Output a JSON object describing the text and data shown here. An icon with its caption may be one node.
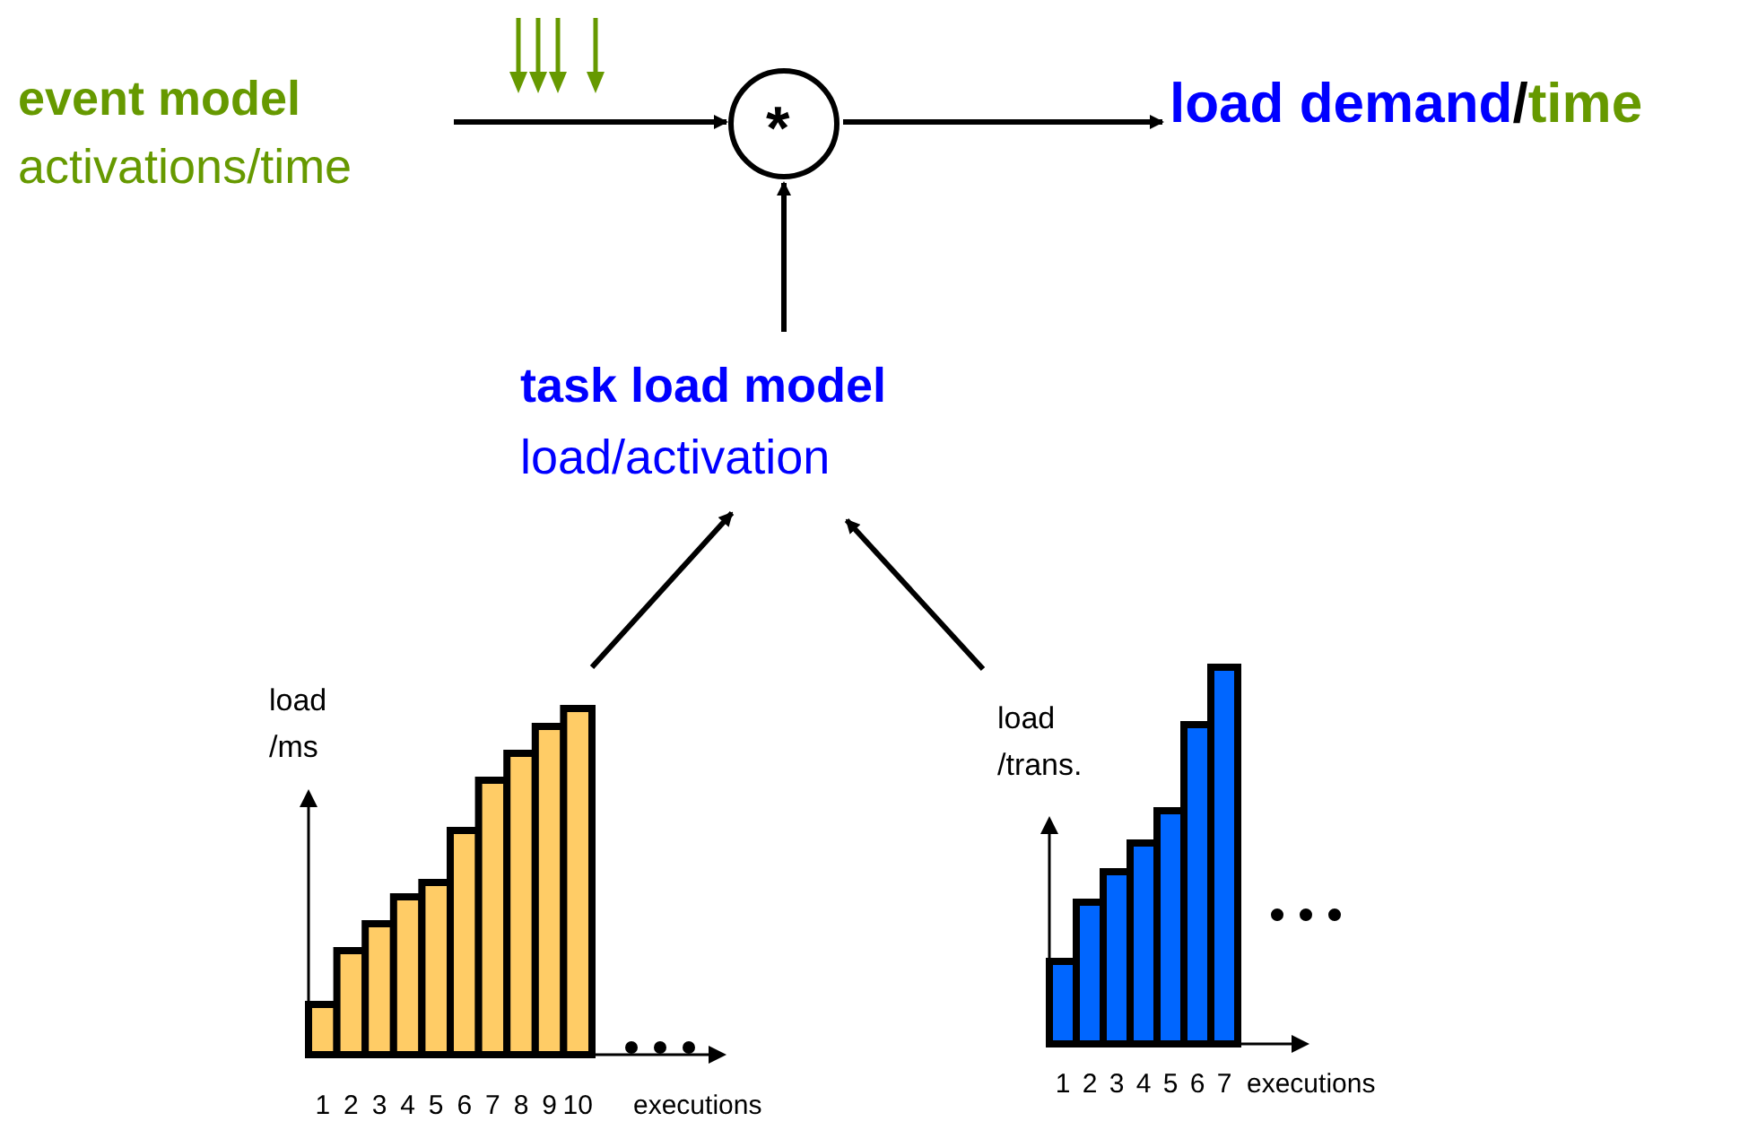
{
  "diagram": {
    "nodes": [
      {
        "text": [
          "event model",
          "activations/time"
        ]
      },
      {
        "text": [
          "*"
        ]
      },
      {
        "text": [
          "load demand/time"
        ]
      },
      {
        "text": [
          "task load model",
          "load/activation"
        ]
      },
      {
        "text": [
          "load /ms",
          "executions"
        ]
      },
      {
        "text": [
          "load /trans.",
          "executions"
        ]
      }
    ],
    "edges": [
      {
        "from": 0,
        "to": 1,
        "arrow": "to"
      },
      {
        "from": 1,
        "to": 2,
        "arrow": "to"
      },
      {
        "from": 3,
        "to": 1,
        "arrow": "to"
      },
      {
        "from": 4,
        "to": 3,
        "arrow": "to"
      },
      {
        "from": 5,
        "to": 3,
        "arrow": "to"
      }
    ],
    "labels": [
      "1",
      "2",
      "3",
      "4",
      "5",
      "6",
      "7",
      "8",
      "9",
      "10",
      "1",
      "2",
      "3",
      "4",
      "5",
      "6",
      "7"
    ]
  }
}
